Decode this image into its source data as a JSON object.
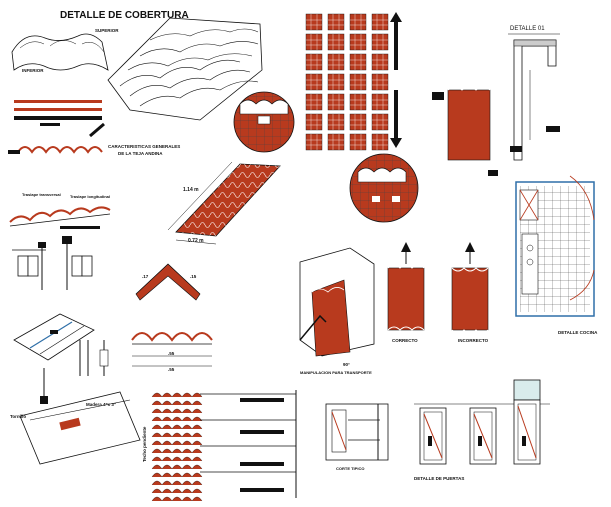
{
  "title": "DETALLE DE COBERTURA",
  "labels": {
    "superior": "SUPERIOR",
    "inferior": "INFERIOR",
    "caracteristicas": "CARACTERISTICAS GENERALES",
    "caracteristicas2": "DE LA TEJA ANDINA",
    "teja_ubicacion": "Traslape transversal",
    "teja_ubicacion2": "Traslape longitudinal",
    "dim_long": "1.14 m",
    "dim_ancho": "0.72 m",
    "dim_a": ".17",
    "dim_b": ".15",
    "dim_c": ".55",
    "dim_d": ".55",
    "manipulacion": "MANIPULACION PARA TRANSPORTE",
    "angulo": "90°",
    "correcto": "CORRECTO",
    "incorrecto": "INCORRECTO",
    "detalle_01": "DETALLE 01",
    "detalle_cocina": "DETALLE COCINA",
    "corte_tipico": "CORTE TIPICO",
    "detalle_puertas": "DETALLE DE PUERTAS",
    "techo_pendiente": "Techo pendiente",
    "tornillo": "Tornillo",
    "grado": "Madera 4\"x 3\""
  },
  "colors": {
    "tile": "#b83a1e",
    "tile_dark": "#8a2a12",
    "line": "#111111",
    "accent_blue": "#2f6fa8"
  }
}
